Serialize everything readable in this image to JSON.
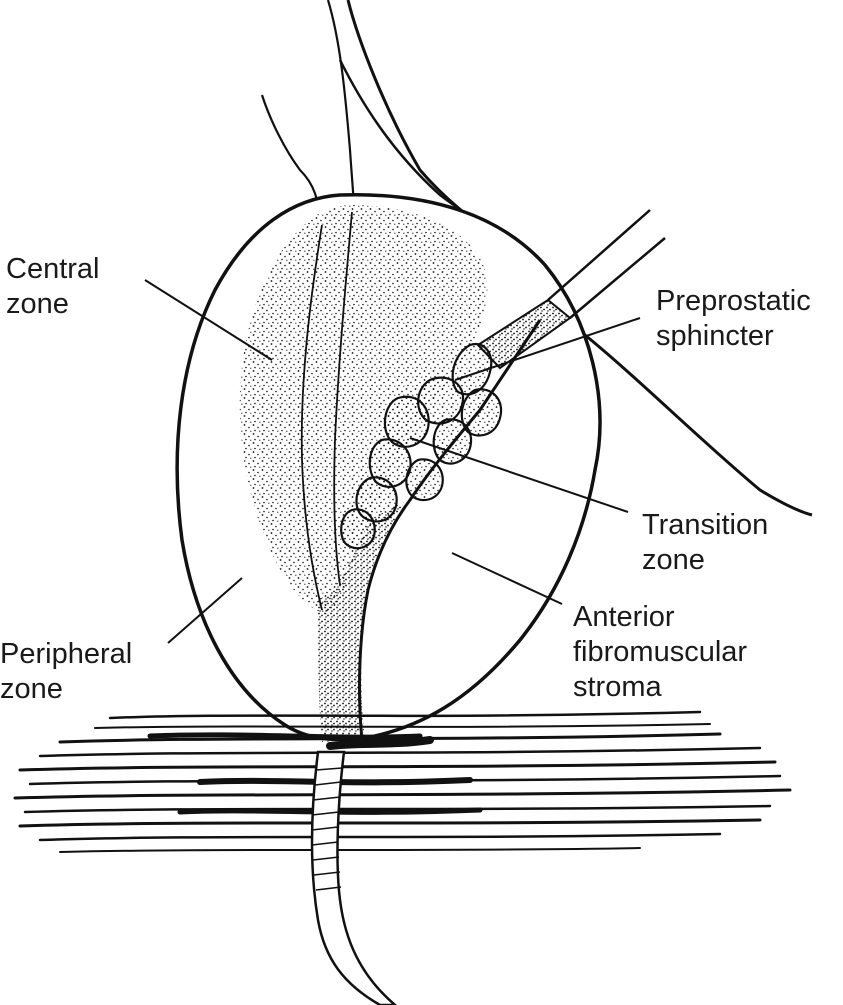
{
  "labels": {
    "central_zone": [
      "Central",
      "zone"
    ],
    "preprostatic_sphincter": [
      "Preprostatic",
      "sphincter"
    ],
    "transition_zone": [
      "Transition",
      "zone"
    ],
    "anterior_fibromuscular_stroma": [
      "Anterior",
      "fibromuscular",
      "stroma"
    ],
    "peripheral_zone": [
      "Peripheral",
      "zone"
    ]
  },
  "colors": {
    "ink": "#111111",
    "background": "#ffffff"
  }
}
